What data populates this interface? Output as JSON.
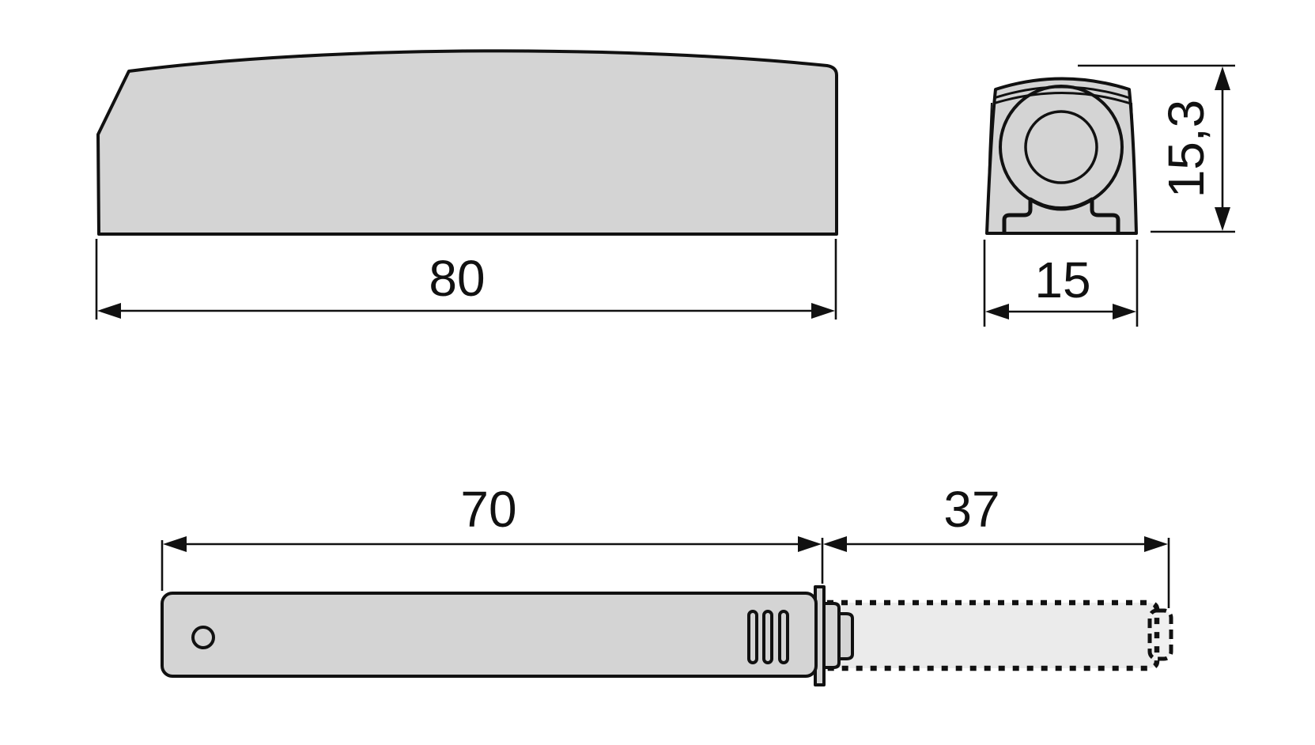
{
  "dimensions": {
    "side_length": "80",
    "end_width": "15",
    "end_height": "15,3",
    "body_length": "70",
    "plunger_travel": "37"
  },
  "colors": {
    "background": "#ffffff",
    "line": "#111111",
    "part_fill": "#d4d4d4",
    "plunger_fill": "#ebebeb",
    "plunger_tip_fill": "#f0f0f0"
  }
}
